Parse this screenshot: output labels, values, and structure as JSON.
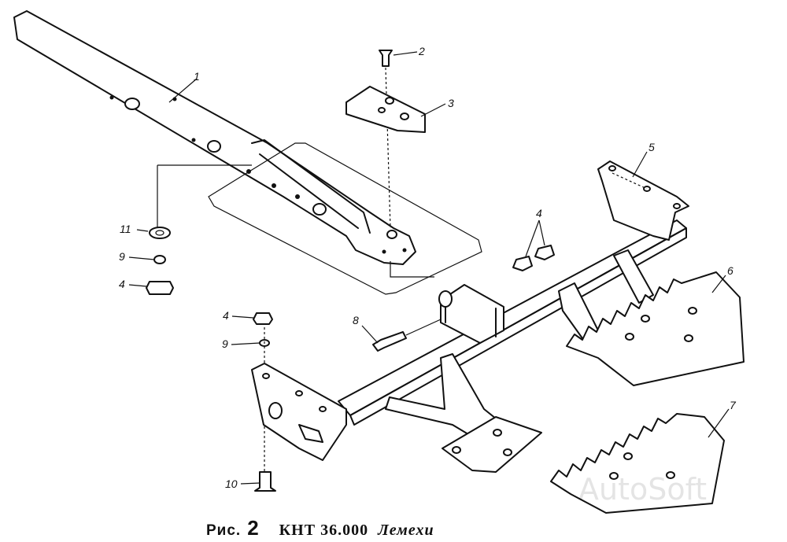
{
  "figure": {
    "caption_fig": "Рис.",
    "caption_num": "2",
    "caption_code": "КНТ 36.000",
    "caption_name": "Лемехи"
  },
  "callouts": [
    {
      "id": "c1",
      "label": "1"
    },
    {
      "id": "c2",
      "label": "2"
    },
    {
      "id": "c3",
      "label": "3"
    },
    {
      "id": "c4a",
      "label": "4"
    },
    {
      "id": "c4b",
      "label": "4"
    },
    {
      "id": "c4c",
      "label": "4"
    },
    {
      "id": "c5",
      "label": "5"
    },
    {
      "id": "c6",
      "label": "6"
    },
    {
      "id": "c7",
      "label": "7"
    },
    {
      "id": "c8",
      "label": "8"
    },
    {
      "id": "c9a",
      "label": "9"
    },
    {
      "id": "c9b",
      "label": "9"
    },
    {
      "id": "c10",
      "label": "10"
    },
    {
      "id": "c11",
      "label": "11"
    }
  ],
  "watermark": "AutoSoft"
}
